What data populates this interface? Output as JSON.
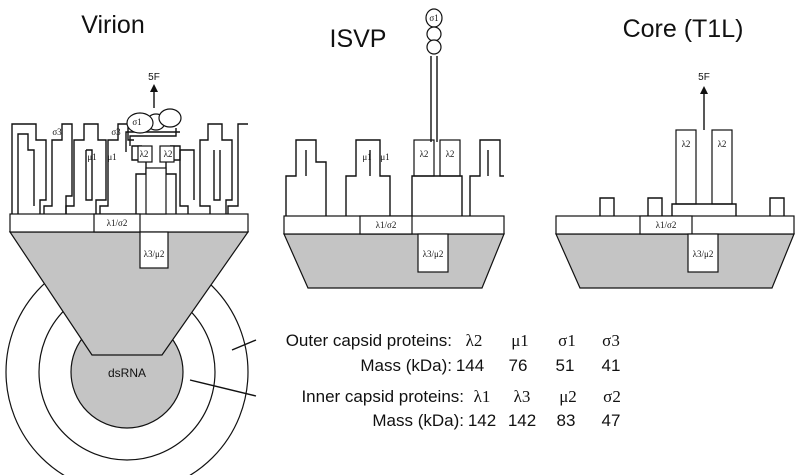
{
  "panels": {
    "virion": {
      "title": "Virion",
      "axis_label": "5F"
    },
    "isvp": {
      "title": "ISVP"
    },
    "core": {
      "title": "Core (T1L)",
      "axis_label": "5F"
    }
  },
  "proteins": {
    "lambda1_sigma2": "λ1/σ2",
    "lambda3_mu2": "λ3/μ2",
    "lambda2": "λ2",
    "mu1": "μ1",
    "sigma1": "σ1",
    "sigma3": "σ3"
  },
  "genome_label": "dsRNA",
  "table": {
    "outer": {
      "label": "Outer capsid proteins:",
      "proteins": [
        "λ2",
        "μ1",
        "σ1",
        "σ3"
      ],
      "mass_label": "Mass (kDa):",
      "masses": [
        "144",
        "76",
        "51",
        "41"
      ]
    },
    "inner": {
      "label": "Inner capsid proteins:",
      "proteins": [
        "λ1",
        "λ3",
        "μ2",
        "σ2"
      ],
      "mass_label": "Mass (kDa):",
      "masses": [
        "142",
        "142",
        "83",
        "47"
      ]
    }
  }
}
